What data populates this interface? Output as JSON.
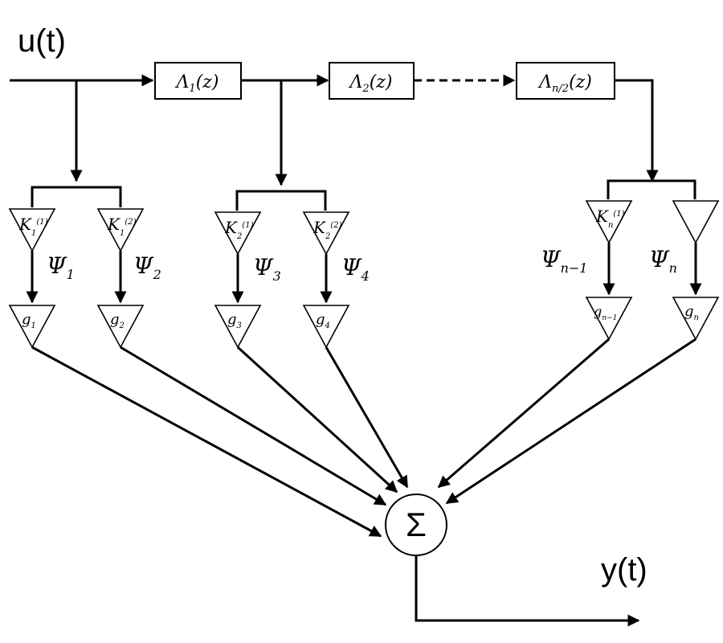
{
  "signals": {
    "input": "u(t)",
    "output": "y(t)"
  },
  "blocks": [
    {
      "base": "Λ",
      "sub": "1",
      "arg": "(z)"
    },
    {
      "base": "Λ",
      "sub": "2",
      "arg": "(z)"
    },
    {
      "base": "Λ",
      "sub": "n/2",
      "arg": "(z)"
    }
  ],
  "k_gains": [
    {
      "base": "K",
      "sub": "1",
      "sup": "(1)"
    },
    {
      "base": "K",
      "sub": "1",
      "sup": "(2)"
    },
    {
      "base": "K",
      "sub": "2",
      "sup": "(1)"
    },
    {
      "base": "K",
      "sub": "2",
      "sup": "(2)"
    },
    {
      "base": "K",
      "sub": "n",
      "sup": "(1)"
    },
    {
      "base": "",
      "sub": "",
      "sup": ""
    }
  ],
  "psi_labels": [
    {
      "base": "Ψ",
      "sub": "1"
    },
    {
      "base": "Ψ",
      "sub": "2"
    },
    {
      "base": "Ψ",
      "sub": "3"
    },
    {
      "base": "Ψ",
      "sub": "4"
    },
    {
      "base": "Ψ",
      "sub": "n−1"
    },
    {
      "base": "Ψ",
      "sub": "n"
    }
  ],
  "g_gains": [
    {
      "base": "g",
      "sub": "1"
    },
    {
      "base": "g",
      "sub": "2"
    },
    {
      "base": "g",
      "sub": "3"
    },
    {
      "base": "g",
      "sub": "4"
    },
    {
      "base": "g",
      "sub": "n−1"
    },
    {
      "base": "g",
      "sub": "n"
    }
  ],
  "summer": {
    "symbol": "Σ"
  }
}
